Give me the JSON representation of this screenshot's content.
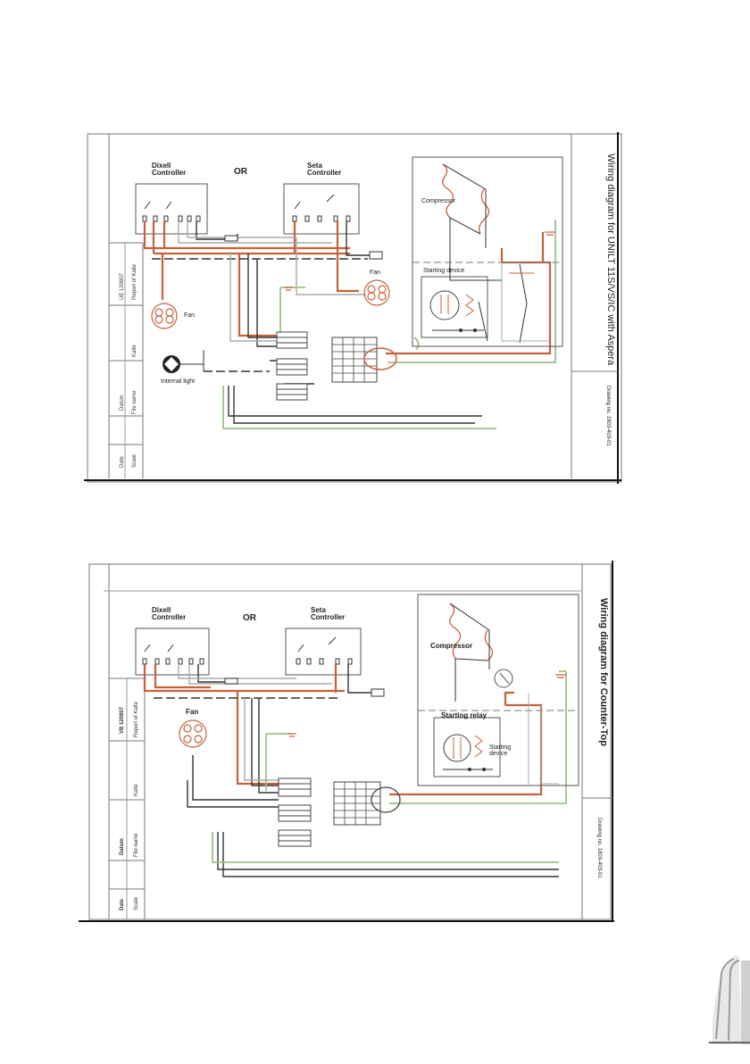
{
  "diagram1": {
    "title": "Wiring diagram for UNILT 11S/VS/IC with Aspera",
    "drawing_no": "Drawing no. 1803-403-01",
    "dixell_controller": "Dixell\nController",
    "or_label": "OR",
    "seta_controller": "Seta\nController",
    "compressor": "Compressor",
    "starting_device": "Starting device",
    "fan_left": "Fan",
    "fan_right": "Fan",
    "lamp": "Internal light",
    "titleblock": [
      "UE 120807",
      "Report of Kalte",
      "Kalte",
      "Scale",
      "Datum",
      "File name",
      "Date"
    ]
  },
  "diagram2": {
    "title": "Wiring diagram for Counter-Top",
    "drawing_no": "Drawing no. 1803-403-01",
    "dixell_controller": "Dixell\nController",
    "or_label": "OR",
    "seta_controller": "Seta\nController",
    "compressor": "Compressor",
    "starting_relay": "Starting relay",
    "starting_device": "Starting\ndevice",
    "fan": "Fan",
    "titleblock": [
      "VB 120807",
      "Report of Kalte",
      "Kalte",
      "Scale",
      "Datum",
      "File name",
      "Date"
    ]
  },
  "colors": {
    "wire_brown": "#c5623a",
    "wire_green": "#9cc28a",
    "wire_black": "#333333",
    "frame": "#777777"
  }
}
